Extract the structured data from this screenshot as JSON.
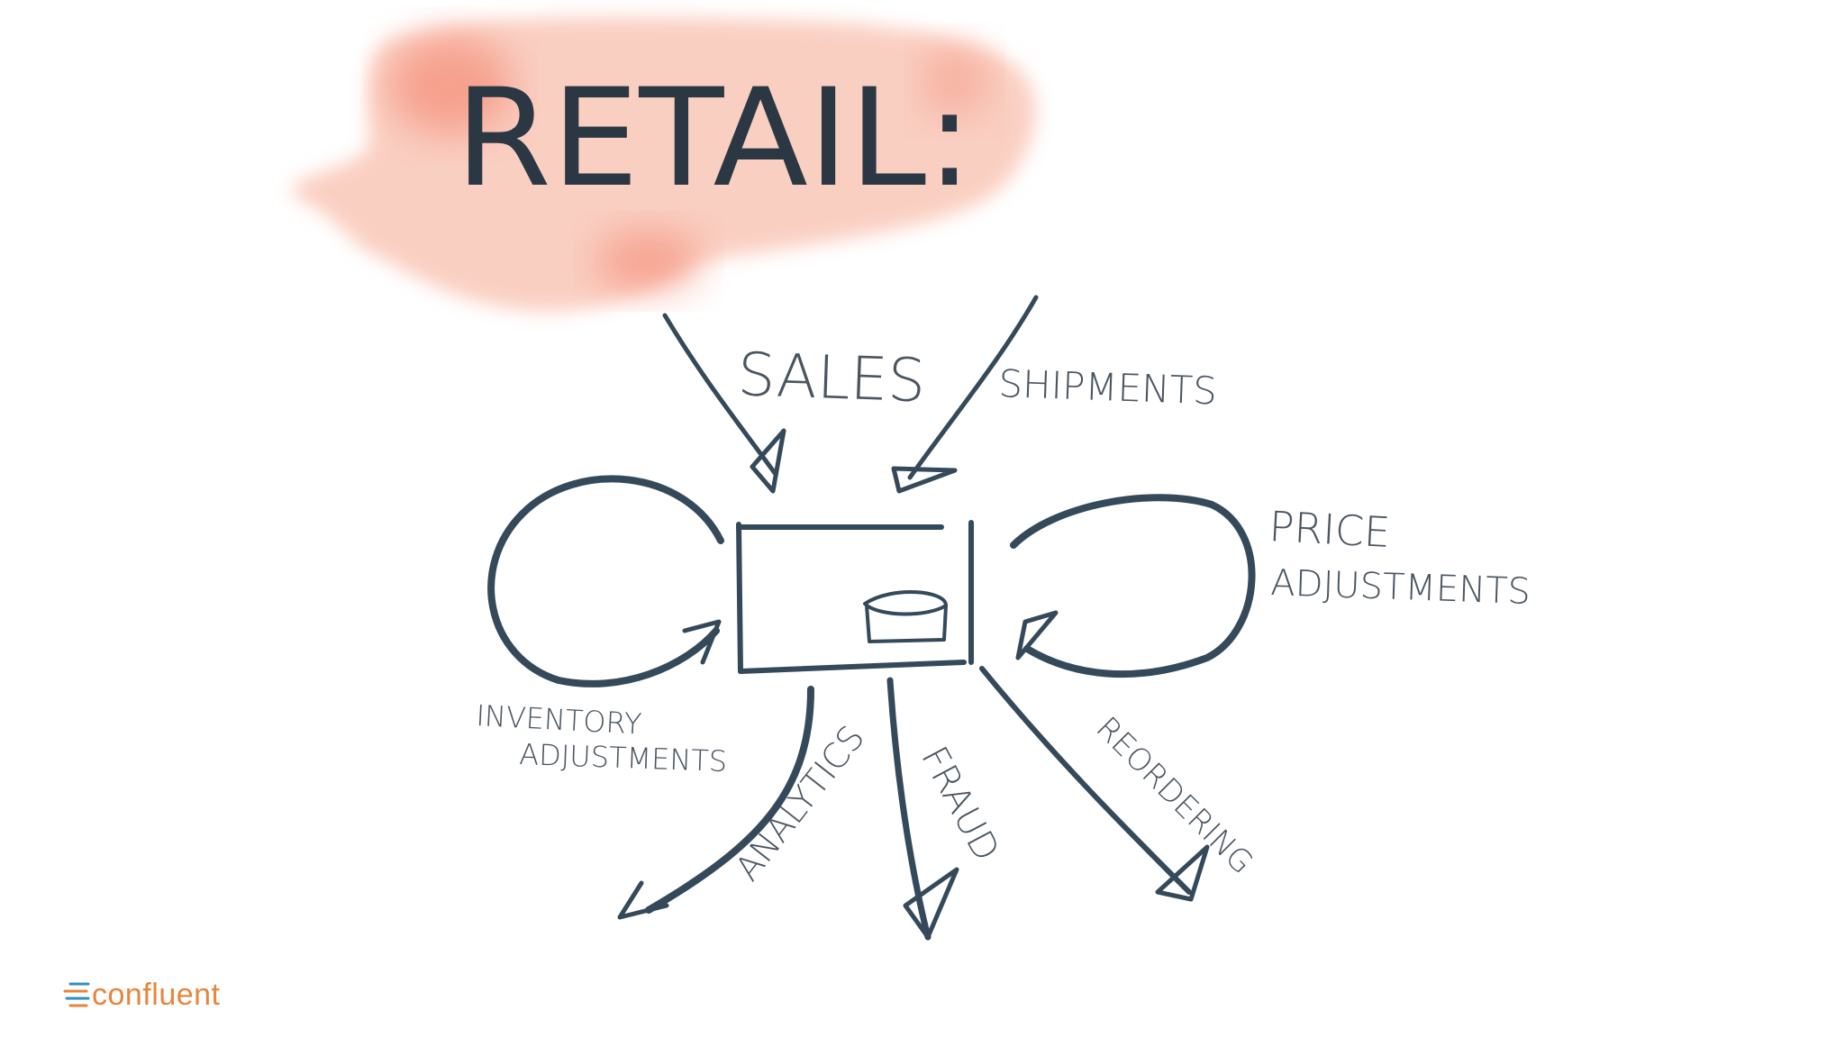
{
  "title": "RETAIL:",
  "inputs": [
    {
      "id": "sales",
      "label": "SALES"
    },
    {
      "id": "shipments",
      "label": "SHIPMENTS"
    }
  ],
  "loops": [
    {
      "id": "inventory",
      "label_lines": [
        "INVENTORY",
        "ADJUSTMENTS"
      ]
    },
    {
      "id": "price",
      "label_lines": [
        "PRICE",
        "ADJUSTMENTS"
      ]
    }
  ],
  "outputs": [
    {
      "id": "analytics",
      "label": "ANALYTICS"
    },
    {
      "id": "fraud",
      "label": "FRAUD"
    },
    {
      "id": "reordering",
      "label": "REORDERING"
    }
  ],
  "colors": {
    "ink": "#34495a",
    "highlight": "#f47a63",
    "brand": "#e8843c",
    "brand_mark": "#2f8fbf"
  },
  "logo": {
    "text": "confluent"
  }
}
